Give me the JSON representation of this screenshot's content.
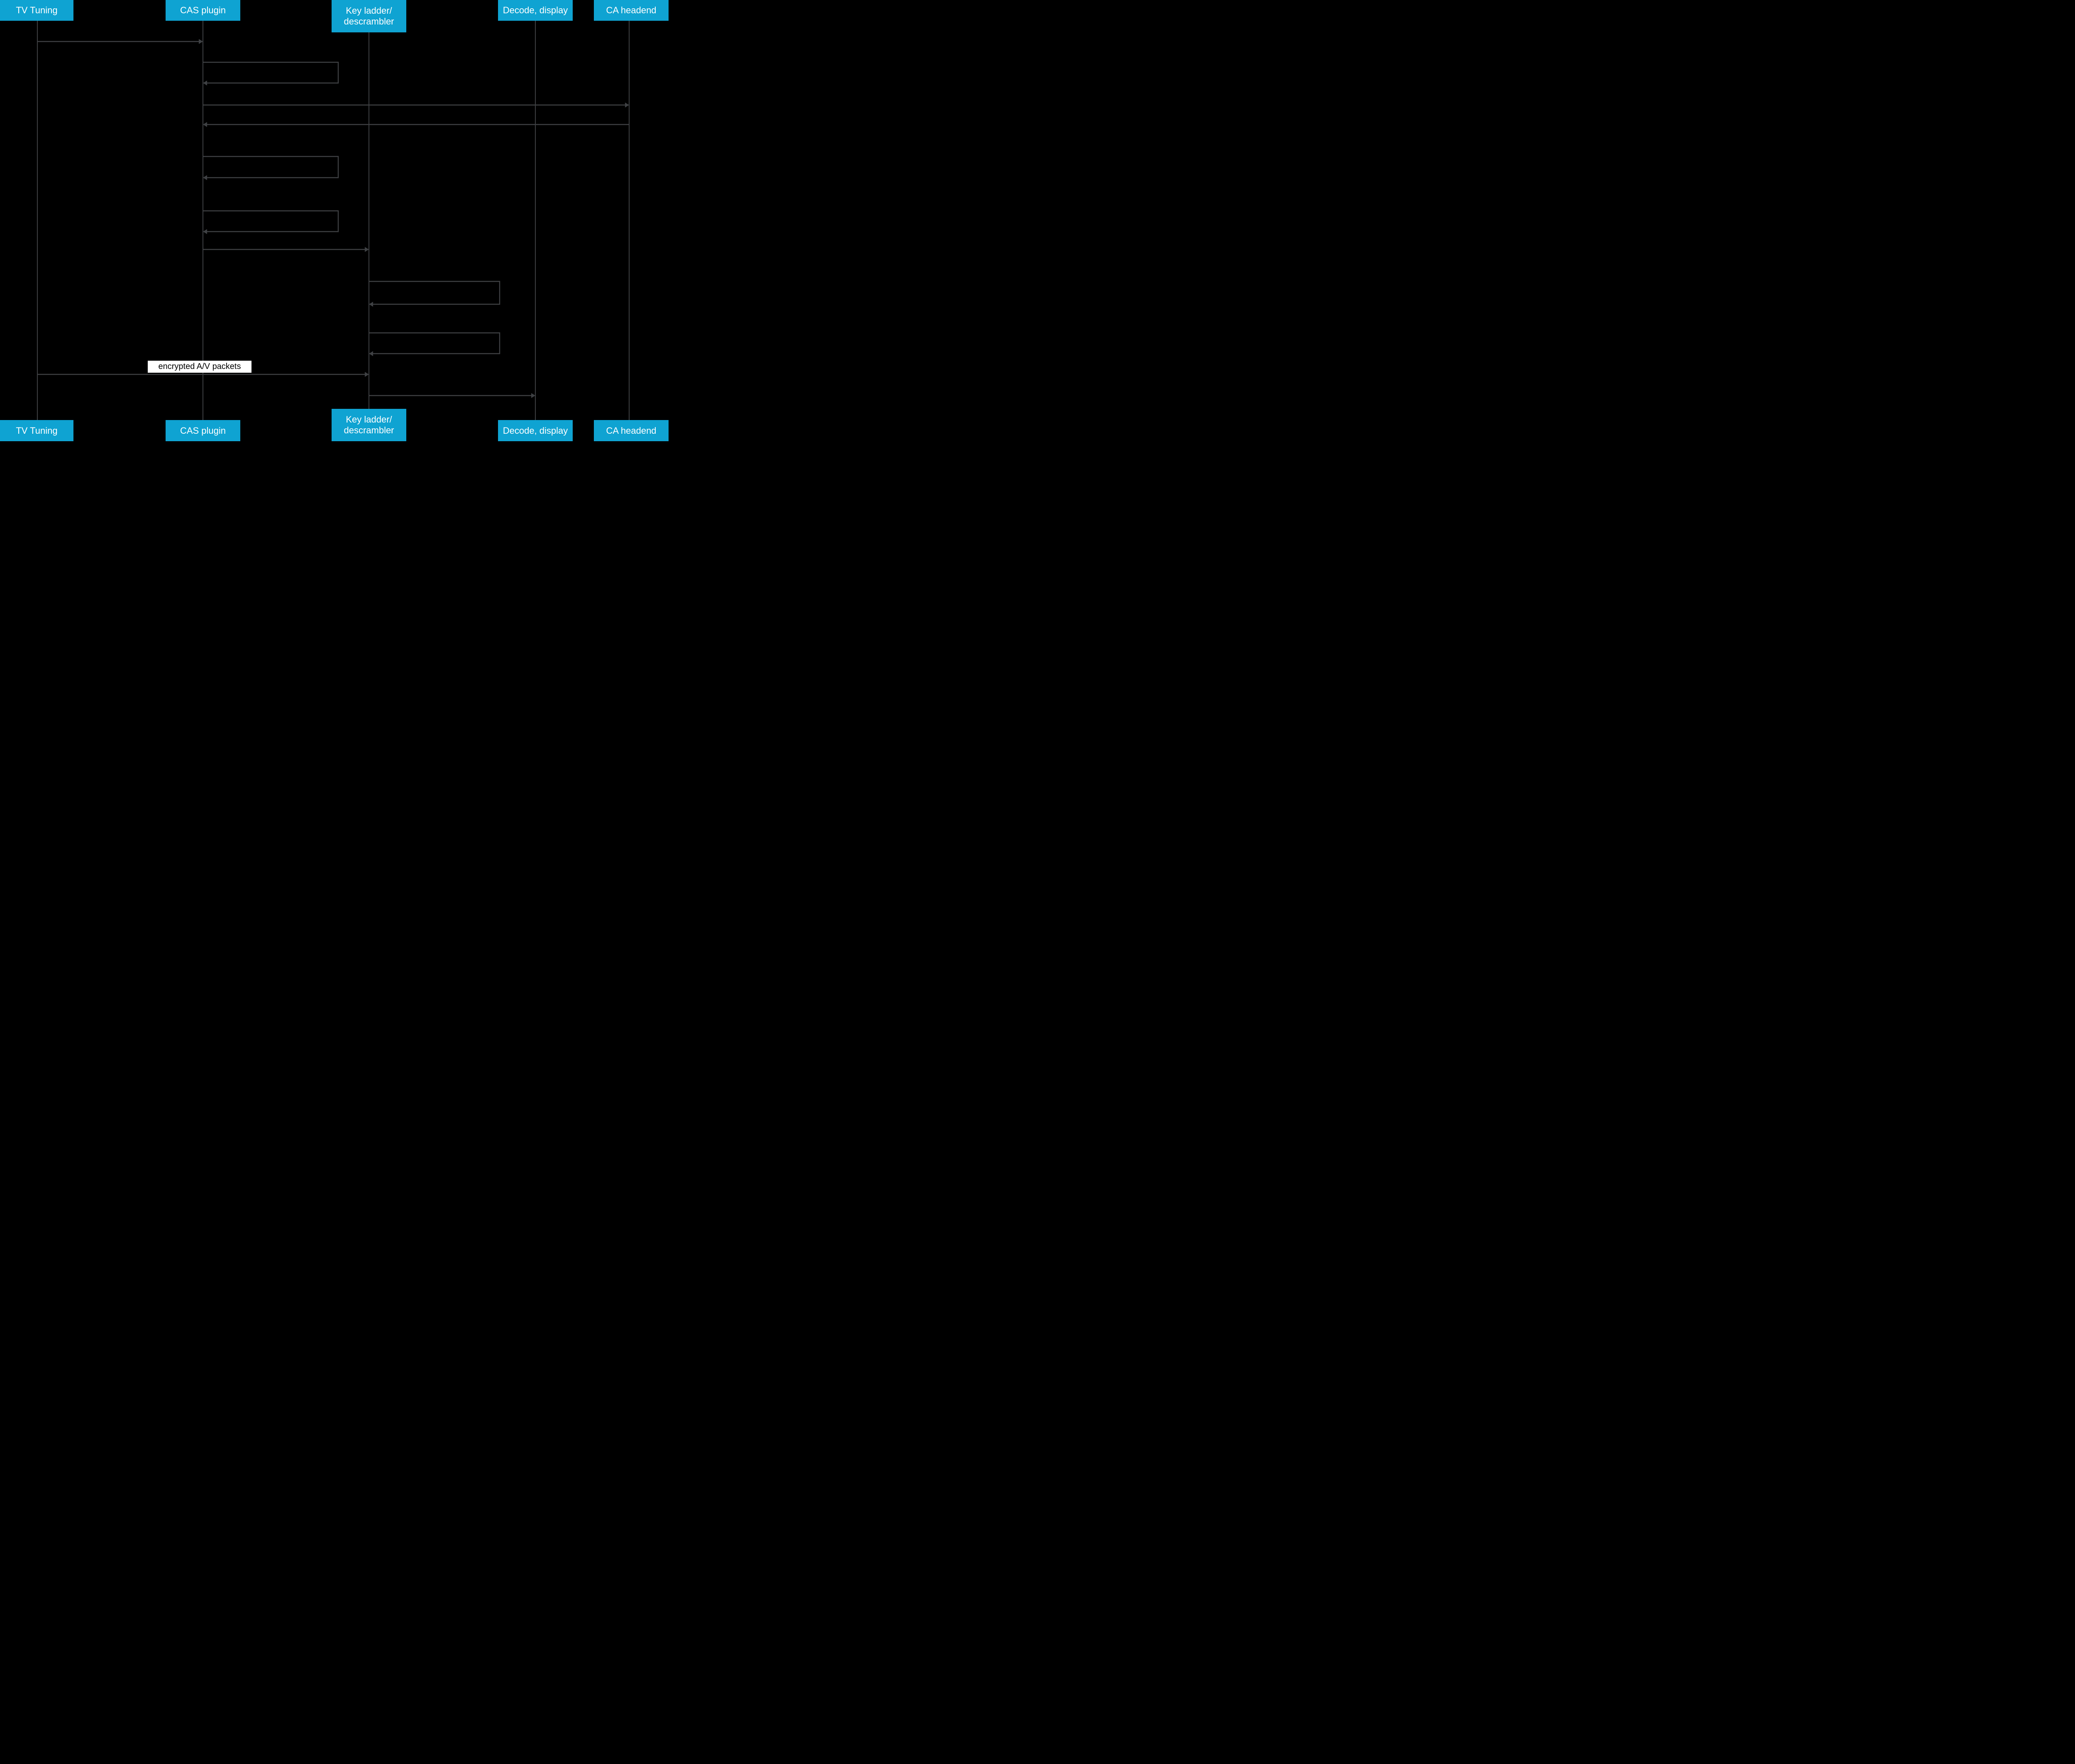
{
  "diagram": {
    "type": "sequence-diagram",
    "background_color": "#000000",
    "line_color": "#3e4043",
    "actor_fill_color": "#0fa3d2",
    "actor_text_color": "#ffffff",
    "note_bg_color": "#ffffff",
    "note_text_color": "#000000"
  },
  "actors": [
    {
      "id": "tv-tuning",
      "label": "TV Tuning"
    },
    {
      "id": "cas-plugin",
      "label": "CAS plugin"
    },
    {
      "id": "key-ladder",
      "label": "Key ladder/\ndescrambler"
    },
    {
      "id": "decode-display",
      "label": "Decode, display"
    },
    {
      "id": "ca-headend",
      "label": "CA headend"
    }
  ],
  "messages": [
    {
      "from": "tv-tuning",
      "to": "cas-plugin",
      "kind": "solid-arrow"
    },
    {
      "from": "cas-plugin",
      "to": "cas-plugin",
      "kind": "self-message"
    },
    {
      "from": "cas-plugin",
      "to": "ca-headend",
      "kind": "solid-arrow"
    },
    {
      "from": "ca-headend",
      "to": "cas-plugin",
      "kind": "solid-arrow"
    },
    {
      "from": "cas-plugin",
      "to": "cas-plugin",
      "kind": "self-message"
    },
    {
      "from": "cas-plugin",
      "to": "cas-plugin",
      "kind": "self-message"
    },
    {
      "from": "cas-plugin",
      "to": "key-ladder",
      "kind": "solid-arrow"
    },
    {
      "from": "key-ladder",
      "to": "key-ladder",
      "kind": "self-message"
    },
    {
      "from": "key-ladder",
      "to": "key-ladder",
      "kind": "self-message"
    },
    {
      "from": "tv-tuning",
      "to": "key-ladder",
      "kind": "solid-arrow",
      "label": "encrypted A/V packets"
    },
    {
      "from": "key-ladder",
      "to": "decode-display",
      "kind": "solid-arrow"
    }
  ]
}
